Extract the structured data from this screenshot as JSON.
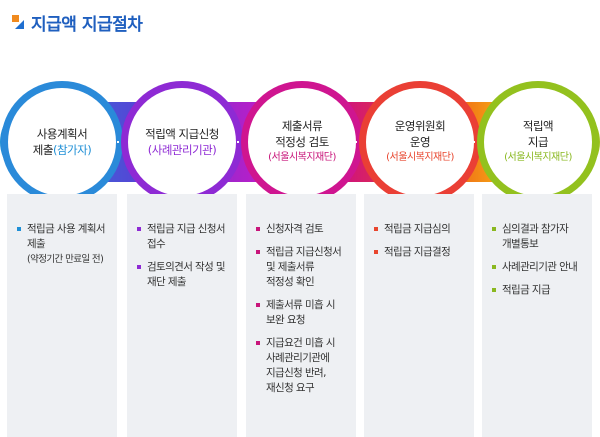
{
  "title": "지급액 지급절차",
  "colors": {
    "title": "#1f5fbf",
    "step1": "#1f8fd6",
    "step2": "#8e2ad4",
    "step3": "#c8157a",
    "step4": "#e8452d",
    "step5": "#8ab820"
  },
  "steps": [
    {
      "line1": "사용계획서",
      "line2": "제출",
      "accent": "(참가자)"
    },
    {
      "line1": "적립액 지급신청",
      "accent": "(사례관리기관)"
    },
    {
      "line1": "제출서류",
      "line2": "적정성 검토",
      "accent": "(서울시복지재단)"
    },
    {
      "line1": "운영위원회",
      "line2": "운영",
      "accent": "(서울시복지재단)"
    },
    {
      "line1": "적립액",
      "line2": "지급",
      "accent": "(서울시복지재단)"
    }
  ],
  "details": [
    {
      "items": [
        {
          "lines": [
            "적립금 사용 계획서",
            "제출"
          ],
          "note": "(약정기간 만료일 전)"
        }
      ]
    },
    {
      "items": [
        {
          "lines": [
            "적립금 지급 신청서",
            "접수"
          ]
        },
        {
          "lines": [
            "검토의견서 작성 및",
            "재단 제출"
          ]
        }
      ]
    },
    {
      "items": [
        {
          "lines": [
            "신청자격 검토"
          ]
        },
        {
          "lines": [
            "적립금 지급신청서",
            "및 제출서류",
            "적정성 확인"
          ]
        },
        {
          "lines": [
            "제출서류 미흡 시",
            "보완 요청"
          ]
        },
        {
          "lines": [
            "지급요건 미흡 시",
            "사례관리기관에",
            "지급신청 반려,",
            "재신청 요구"
          ]
        }
      ]
    },
    {
      "items": [
        {
          "lines": [
            "적립금 지급심의"
          ]
        },
        {
          "lines": [
            "적립금 지급결정"
          ]
        }
      ]
    },
    {
      "items": [
        {
          "lines": [
            "심의결과 참가자",
            "개별통보"
          ]
        },
        {
          "lines": [
            "사례관리기관 안내"
          ]
        },
        {
          "lines": [
            "적립금 지급"
          ]
        }
      ]
    }
  ]
}
